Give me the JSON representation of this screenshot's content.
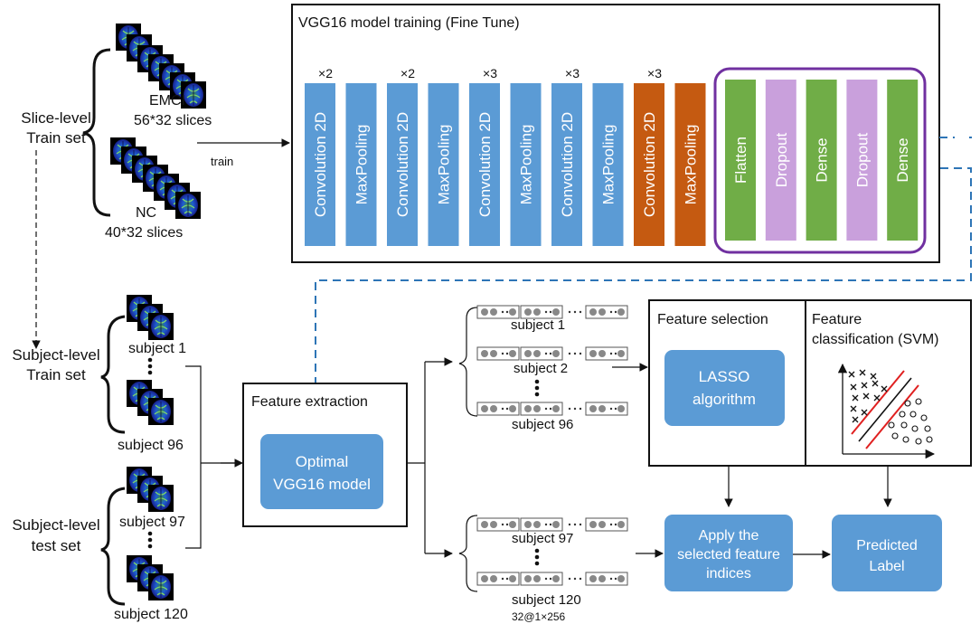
{
  "left_labels": {
    "slice_train": [
      "Slice-level",
      "Train set"
    ],
    "subject_train": [
      "Subject-level",
      "Train set"
    ],
    "subject_test": [
      "Subject-level",
      "test set"
    ]
  },
  "slice_groups": {
    "emci": {
      "name": "EMCI",
      "count": "56*32 slices"
    },
    "nc": {
      "name": "NC",
      "count": "40*32 slices"
    }
  },
  "subjects": {
    "s1": "subject 1",
    "s96": "subject 96",
    "s97": "subject 97",
    "s120": "subject 120"
  },
  "train_arrow_label": "train",
  "vgg": {
    "title": "VGG16 model training  (Fine Tune)",
    "multipliers": [
      "×2",
      "×2",
      "×3",
      "×3",
      "×3"
    ],
    "layers": [
      {
        "label": "Convolution 2D",
        "color": "#5b9bd5"
      },
      {
        "label": "MaxPooling",
        "color": "#5b9bd5"
      },
      {
        "label": "Convolution 2D",
        "color": "#5b9bd5"
      },
      {
        "label": "MaxPooling",
        "color": "#5b9bd5"
      },
      {
        "label": "Convolution 2D",
        "color": "#5b9bd5"
      },
      {
        "label": "MaxPooling",
        "color": "#5b9bd5"
      },
      {
        "label": "Convolution 2D",
        "color": "#5b9bd5"
      },
      {
        "label": "MaxPooling",
        "color": "#5b9bd5"
      },
      {
        "label": "Convolution 2D",
        "color": "#c55a11"
      },
      {
        "label": "MaxPooling",
        "color": "#c55a11"
      }
    ],
    "head_layers": [
      {
        "label": "Flatten",
        "color": "#70ad47"
      },
      {
        "label": "Dropout",
        "color": "#c9a0dc"
      },
      {
        "label": "Dense",
        "color": "#70ad47"
      },
      {
        "label": "Dropout",
        "color": "#c9a0dc"
      },
      {
        "label": "Dense",
        "color": "#70ad47"
      }
    ]
  },
  "feature_extraction": {
    "title": "Feature  extraction",
    "model": [
      "Optimal",
      "VGG16 model"
    ]
  },
  "feature_vectors": {
    "train": [
      "subject 1",
      "subject 2",
      "subject 96"
    ],
    "test": [
      "subject 97",
      "subject 120"
    ],
    "shape_note": "32@1×256"
  },
  "feature_selection": {
    "title": "Feature selection",
    "method": [
      "LASSO",
      "algorithm"
    ]
  },
  "feature_classification": {
    "title": [
      "Feature",
      "classification (SVM)"
    ]
  },
  "apply_box": [
    "Apply the",
    "selected feature",
    "indices"
  ],
  "predicted_box": [
    "Predicted",
    "Label"
  ],
  "colors": {
    "accent_blue": "#5b9bd5",
    "dashed_blue": "#2e75b6",
    "orange": "#c55a11",
    "green": "#70ad47",
    "lilac": "#c9a0dc",
    "purple_frame": "#7030a0",
    "svm_lines": "#e02020"
  }
}
